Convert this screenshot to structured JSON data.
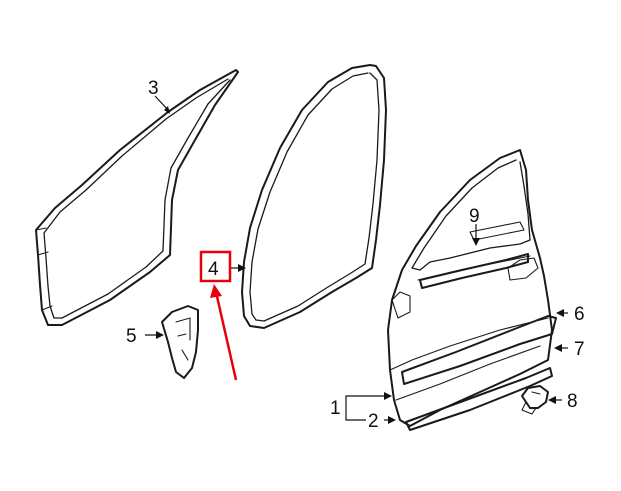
{
  "callouts": [
    {
      "id": "1",
      "text": "1"
    },
    {
      "id": "2",
      "text": "2"
    },
    {
      "id": "3",
      "text": "3"
    },
    {
      "id": "4",
      "text": "4"
    },
    {
      "id": "5",
      "text": "5"
    },
    {
      "id": "6",
      "text": "6"
    },
    {
      "id": "7",
      "text": "7"
    },
    {
      "id": "8",
      "text": "8"
    },
    {
      "id": "9",
      "text": "9"
    }
  ],
  "highlight": {
    "callout": "4",
    "color": "#e8000d"
  },
  "colors": {
    "line": "#1a1a1a",
    "background": "#ffffff",
    "highlight": "#e8000d"
  }
}
